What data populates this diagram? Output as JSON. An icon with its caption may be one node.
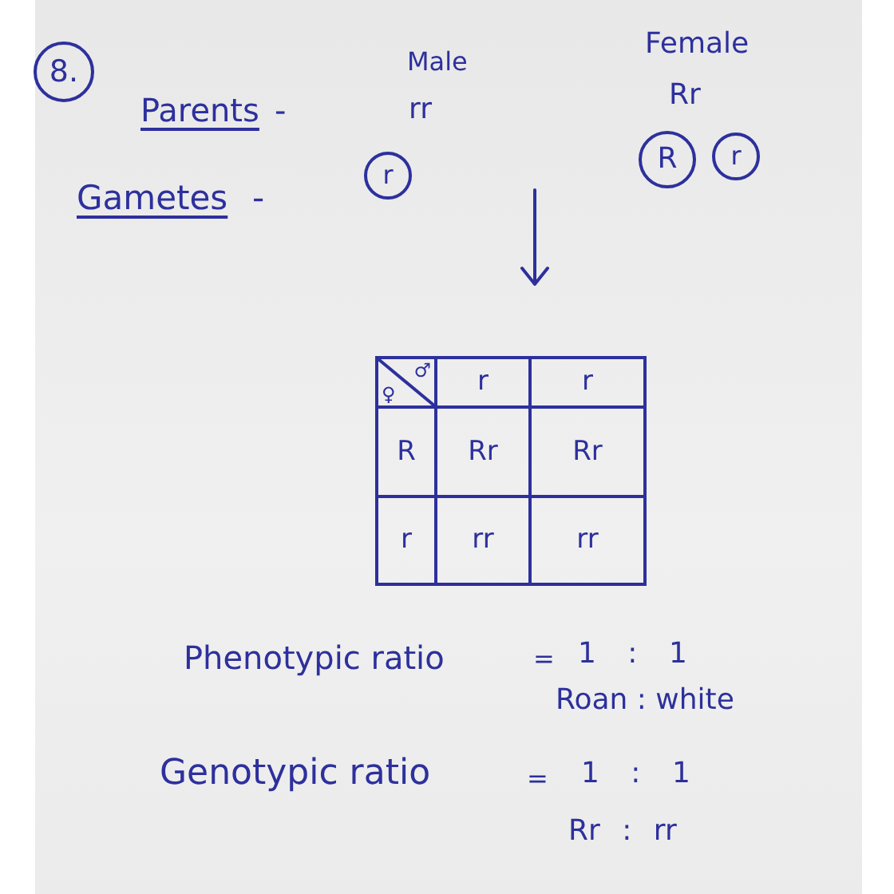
{
  "diagram": {
    "nodes": [
      {
        "text": [
          "8."
        ]
      },
      {
        "text": [
          "r"
        ]
      },
      {
        "text": [
          "R"
        ]
      },
      {
        "text": [
          "r"
        ]
      }
    ],
    "labels": [
      "Male",
      "Female",
      "Parents",
      "-",
      "rr",
      "Rr",
      "Gametes",
      "-",
      "♂",
      "♀",
      "r",
      "r",
      "R",
      "Rr",
      "Rr",
      "r",
      "rr",
      "rr",
      "Phenotypic ratio",
      "=",
      "1 : 1",
      "Roan : white",
      "Genotypic ratio",
      "=",
      "1 : 1",
      "Rr : rr"
    ]
  }
}
